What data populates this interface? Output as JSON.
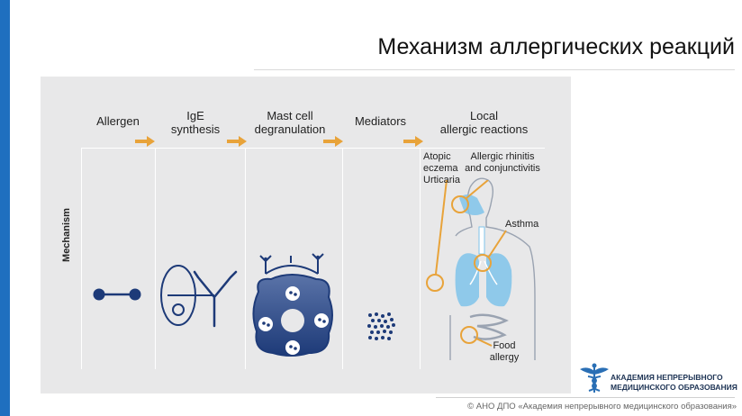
{
  "slide": {
    "title": "Механизм аллергических реакций"
  },
  "diagram": {
    "columns": [
      {
        "label": "Allergen"
      },
      {
        "label_line1": "IgE",
        "label_line2": "synthesis"
      },
      {
        "label_line1": "Mast cell",
        "label_line2": "degranulation"
      },
      {
        "label": "Mediators"
      },
      {
        "label_line1": "Local",
        "label_line2": "allergic reactions"
      }
    ],
    "row_label": "Mechanism",
    "body_labels": {
      "atopic_line1": "Atopic",
      "atopic_line2": "eczema",
      "atopic_line3": "Urticaria",
      "rhinitis_line1": "Allergic rhinitis",
      "rhinitis_line2": "and conjunctivitis",
      "asthma": "Asthma",
      "food_line1": "Food",
      "food_line2": "allergy"
    },
    "colors": {
      "accent_orange": "#e8a33a",
      "navy": "#1d3a78",
      "lung_blue": "#7fc3ea",
      "panel_bg": "#e8e8e9"
    }
  },
  "logo": {
    "line1": "АКАДЕМИЯ НЕПРЕРЫВНОГО",
    "line2": "МЕДИЦИНСКОГО ОБРАЗОВАНИЯ",
    "icon": "caduceus-icon"
  },
  "footer": {
    "text": "© АНО ДПО «Академия непрерывного медицинского образования»"
  }
}
